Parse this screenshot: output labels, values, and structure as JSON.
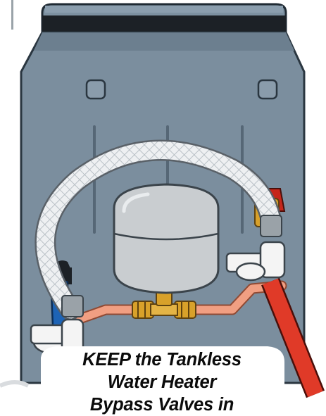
{
  "caption": {
    "line1": "KEEP the Tankless",
    "line2": "Water Heater",
    "line3": "Bypass Valves in"
  },
  "colors": {
    "heater_body": "#7b8e9e",
    "heater_outline": "#2a3640",
    "expansion_tank": "#c9cdd0",
    "hot_line": "#e03a28",
    "cold_line": "#1d63b5",
    "copper_pipe": "#f19f82",
    "brass_fitting": "#d8a12a",
    "hose_braid": "#eef0f2",
    "valve_handle": "#f4f4f4"
  },
  "icons": [
    "tankless-water-heater-icon",
    "expansion-tank-icon",
    "bypass-valve-icon",
    "braided-hose-icon"
  ]
}
